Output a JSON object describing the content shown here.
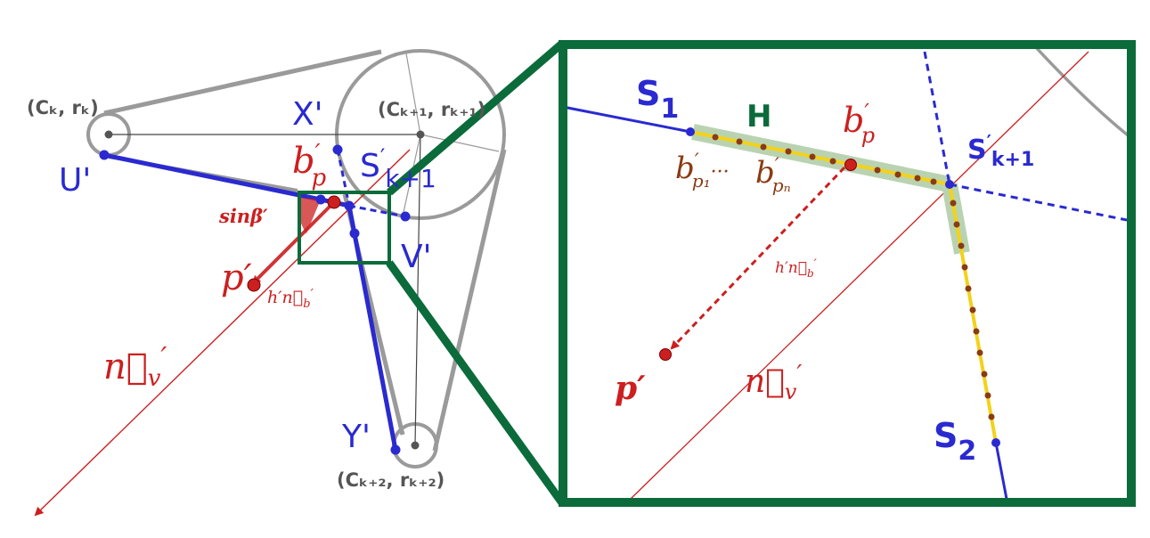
{
  "colors": {
    "gray": "#9a9a9a",
    "dark": "#555555",
    "blue": "#2a2ad0",
    "red": "#cc1f1f",
    "brown": "#8a3b12",
    "green": "#0b6b3a",
    "yellow": "#f2d21b",
    "highlight": "#b9d3b1"
  },
  "left": {
    "circle_k": "(Cₖ, rₖ)",
    "circle_k1": "(Cₖ₊₁, rₖ₊₁)",
    "circle_k2": "(Cₖ₊₂, rₖ₊₂)",
    "u": "U'",
    "x": "X'",
    "v": "V'",
    "y": "Y'",
    "s_base": "S",
    "s_prime": "′",
    "s_sub": "k+1",
    "b_base": "b",
    "b_prime": "′",
    "b_sub": "p",
    "p": "p′",
    "sin": "sinβ′",
    "h": "h′n⃗",
    "h_sub": "b",
    "h_prime": "′",
    "n": "n⃗",
    "n_sub": "v",
    "n_prime": "′"
  },
  "zoom": {
    "s1_base": "S",
    "s1_sub": "1",
    "s2_base": "S",
    "s2_sub": "2",
    "h_label": "H",
    "b_base": "b",
    "b_prime": "′",
    "b_sub": "p",
    "sk_base": "S",
    "sk_prime": "′",
    "sk_sub": "k+1",
    "bp1_base": "b",
    "bp1_prime": "′",
    "bp1_sub": "p₁",
    "dots": "···",
    "bpn_base": "b",
    "bpn_prime": "′",
    "bpn_sub": "pₙ",
    "h_vec": "h′n⃗",
    "h_vec_sub": "b",
    "h_vec_prime": "′",
    "p": "p′",
    "n": "n⃗",
    "n_sub": "v",
    "n_prime": "′"
  }
}
